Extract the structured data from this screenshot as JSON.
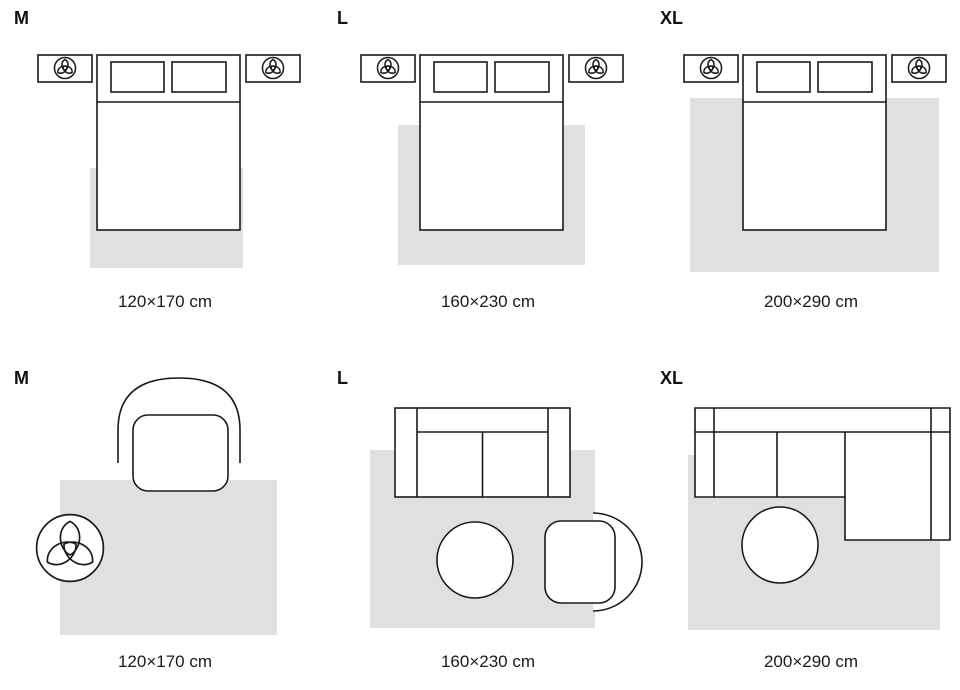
{
  "colors": {
    "background": "#ffffff",
    "outline": "#1a1a1a",
    "rug_fill": "#e0e0e0",
    "furniture_fill": "#ffffff",
    "text": "#1a1a1a"
  },
  "icons": {
    "plant-icon": "potted plant viewed from above: circle with three leaf petals"
  },
  "panels": [
    {
      "scene": "bedroom",
      "size_label": "M",
      "dimension": "120×170 cm"
    },
    {
      "scene": "bedroom",
      "size_label": "L",
      "dimension": "160×230 cm"
    },
    {
      "scene": "bedroom",
      "size_label": "XL",
      "dimension": "200×290 cm"
    },
    {
      "scene": "living-room",
      "size_label": "M",
      "dimension": "120×170 cm"
    },
    {
      "scene": "living-room",
      "size_label": "L",
      "dimension": "160×230 cm"
    },
    {
      "scene": "living-room",
      "size_label": "XL",
      "dimension": "200×290 cm"
    }
  ]
}
